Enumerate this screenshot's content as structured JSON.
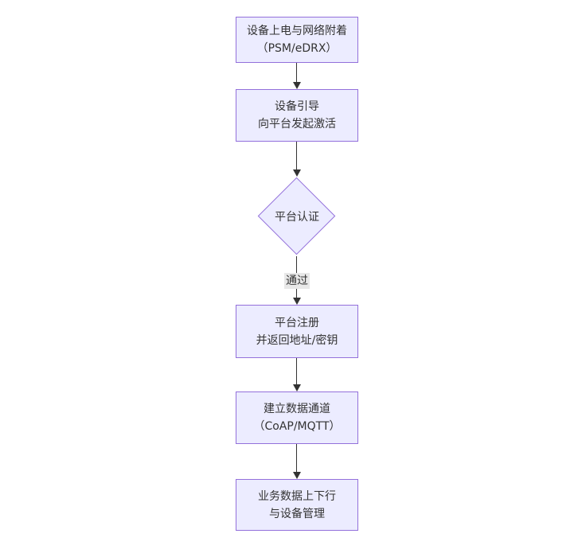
{
  "diagram": {
    "type": "flowchart",
    "direction": "top-down",
    "nodes": [
      {
        "shape": "rect",
        "line1": "设备上电与网络附着",
        "line2": "（PSM/eDRX）"
      },
      {
        "shape": "rect",
        "line1": "设备引导",
        "line2": "向平台发起激活"
      },
      {
        "shape": "diamond",
        "line1": "平台认证"
      },
      {
        "shape": "rect",
        "line1": "平台注册",
        "line2": "并返回地址/密钥"
      },
      {
        "shape": "rect",
        "line1": "建立数据通道",
        "line2": "（CoAP/MQTT）"
      },
      {
        "shape": "rect",
        "line1": "业务数据上下行",
        "line2": "与设备管理"
      }
    ],
    "edges": [
      {
        "from": 0,
        "to": 1,
        "label": ""
      },
      {
        "from": 1,
        "to": 2,
        "label": ""
      },
      {
        "from": 2,
        "to": 3,
        "label": "通过"
      },
      {
        "from": 3,
        "to": 4,
        "label": ""
      },
      {
        "from": 4,
        "to": 5,
        "label": ""
      }
    ],
    "colors": {
      "node_fill": "#ECECFF",
      "node_border": "#9370DB",
      "edge": "#333333",
      "edge_label_bg": "#e8e8e8",
      "text": "#333333",
      "background": "#ffffff"
    }
  }
}
